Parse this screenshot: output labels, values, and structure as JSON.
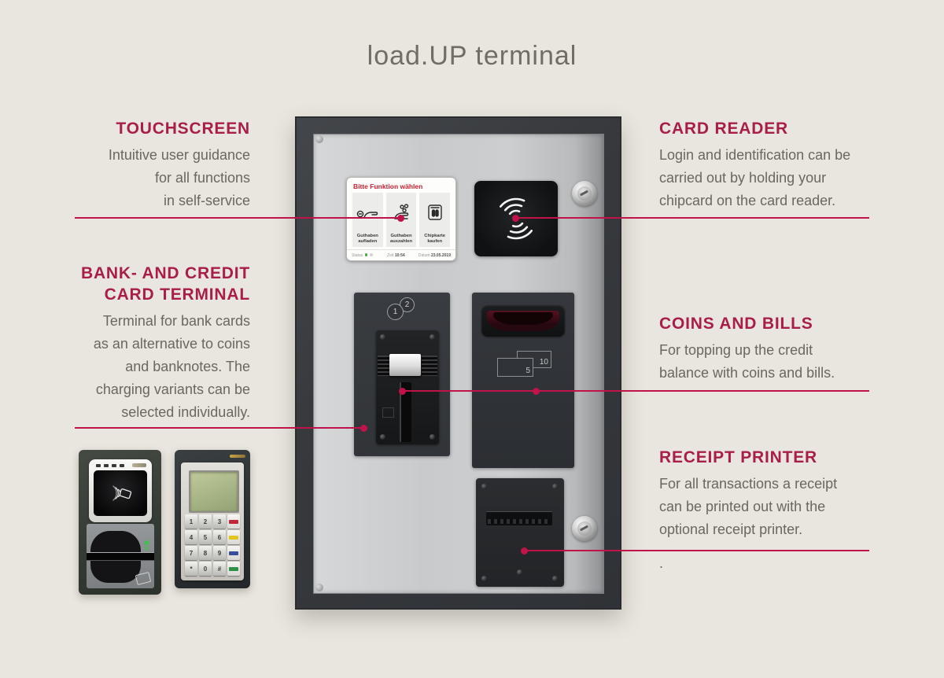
{
  "title": "load.UP terminal",
  "colors": {
    "background": "#e9e6df",
    "accent_heading": "#a81e47",
    "annotation_line": "#c01349",
    "body_text": "#6b675f"
  },
  "annotations": {
    "touchscreen": {
      "heading": "TOUCHSCREEN",
      "line1": "Intuitive user guidance",
      "line2": "for all functions",
      "line3": "in self-service"
    },
    "bank_card_terminal": {
      "heading": "BANK- AND CREDIT CARD TERMINAL",
      "line1": "Terminal for bank cards",
      "line2": "as an alternative to coins",
      "line3": "and banknotes. The",
      "line4": "charging variants can be",
      "line5": "selected individually."
    },
    "card_reader": {
      "heading": "CARD READER",
      "line1": "Login and identification can be",
      "line2": "carried out by holding your",
      "line3": "chipcard on the card reader."
    },
    "coins_and_bills": {
      "heading": "COINS AND BILLS",
      "line1": "For topping up the credit",
      "line2": "balance with coins and bills."
    },
    "receipt_printer": {
      "heading": "RECEIPT PRINTER",
      "line1": "For all transactions a receipt",
      "line2": "can be printed out with the",
      "line3": "optional receipt printer.",
      "footnote": "."
    }
  },
  "terminal": {
    "screen": {
      "header": "Bitte Funktion wählen",
      "tiles": [
        {
          "label": "Guthaben aufladen"
        },
        {
          "label": "Guthaben auszahlen"
        },
        {
          "label": "Chipkarte kaufen"
        }
      ],
      "status": {
        "status_label": "Status",
        "time_label": "Zeit",
        "time": "10:54",
        "date_label": "Datum",
        "date": "23.05.2019"
      }
    },
    "card_terminal_badge": {
      "circle1": "1",
      "circle2": "2"
    },
    "coin_panel": {
      "note_small": "5",
      "note_large": "10"
    }
  },
  "pinpad": {
    "keys": [
      "1",
      "2",
      "3",
      "4",
      "5",
      "6",
      "7",
      "8",
      "9",
      "*",
      "0",
      "#"
    ]
  }
}
